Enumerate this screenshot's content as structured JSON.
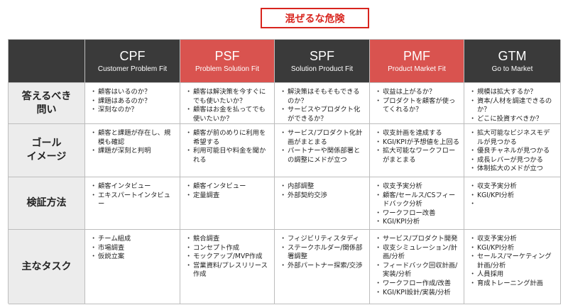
{
  "banner": {
    "label": "混ぜるな危険"
  },
  "columns": [
    {
      "abbr": "CPF",
      "full": "Customer Problem Fit",
      "highlight": false
    },
    {
      "abbr": "PSF",
      "full": "Problem Solution Fit",
      "highlight": true
    },
    {
      "abbr": "SPF",
      "full": "Solution Product Fit",
      "highlight": false
    },
    {
      "abbr": "PMF",
      "full": "Product Market Fit",
      "highlight": true
    },
    {
      "abbr": "GTM",
      "full": "Go to Market",
      "highlight": false
    }
  ],
  "rows": [
    {
      "label": "答えるべき\n問い",
      "cells": [
        [
          "顧客はいるのか？",
          "課題はあるのか？",
          "深刻なのか？"
        ],
        [
          "顧客は解決策を今すぐにでも使いたいか？",
          "顧客はお金を払ってでも使いたいか？"
        ],
        [
          "解決策はそもそもできるのか？",
          "サービスやプロダクト化ができるか？"
        ],
        [
          "収益は上がるか？",
          "プロダクトを顧客が使ってくれるか？"
        ],
        [
          "規模は拡大するか？",
          "資本/人材を調達できるのか？",
          "どこに投資すべきか？"
        ]
      ]
    },
    {
      "label": "ゴール\nイメージ",
      "cells": [
        [
          "顧客と課題が存在し、規模も確認",
          "課題が深刻と判明"
        ],
        [
          "顧客が前のめりに利用を希望する",
          "利用可能日や料金を聞かれる"
        ],
        [
          "サービス/プロダクト化計画がまとまる",
          "パートナーや関係部署との調整にメドが立つ"
        ],
        [
          "収支計画を達成する",
          "KGI/KPIが予想値を上回る",
          "拡大可能なワークフローがまとまる"
        ],
        [
          "拡大可能なビジネスモデルが見つかる",
          "優良チャネルが見つかる",
          "成長レバーが見つかる",
          "体制拡大のメドが立つ"
        ]
      ]
    },
    {
      "label": "検証方法",
      "cells": [
        [
          "顧客インタビュー",
          "エキスパートインタビュー"
        ],
        [
          "顧客インタビュー",
          "定量調査"
        ],
        [
          "内部調整",
          "外部契約交渉"
        ],
        [
          "収支予実分析",
          "顧客/セールス/CSフィードバック分析",
          "ワークフロー改善",
          "KGI/KPI分析"
        ],
        [
          "収支予実分析",
          "KGI/KPI分析",
          ""
        ]
      ]
    },
    {
      "label": "主なタスク",
      "cells": [
        [
          "チーム組成",
          "市場調査",
          "仮説立案"
        ],
        [
          "競合調査",
          "コンセプト作成",
          "モックアップ/MVP作成",
          "営業資料/プレスリリース作成"
        ],
        [
          "フィジビリティスタディ",
          "ステークホルダー/関係部署調整",
          "外部パートナー探索/交渉"
        ],
        [
          "サービス/プロダクト開発",
          "収支シミュレーション/計画/分析",
          "フィードバック回収計画/実装/分析",
          "ワークフロー作成/改善",
          "KGI/KPI設計/実装/分析"
        ],
        [
          "収支予実分析",
          "KGI/KPI分析",
          "セールス/マーケティング計画/分析",
          "人員採用",
          "育成トレーニング計画"
        ]
      ]
    }
  ]
}
